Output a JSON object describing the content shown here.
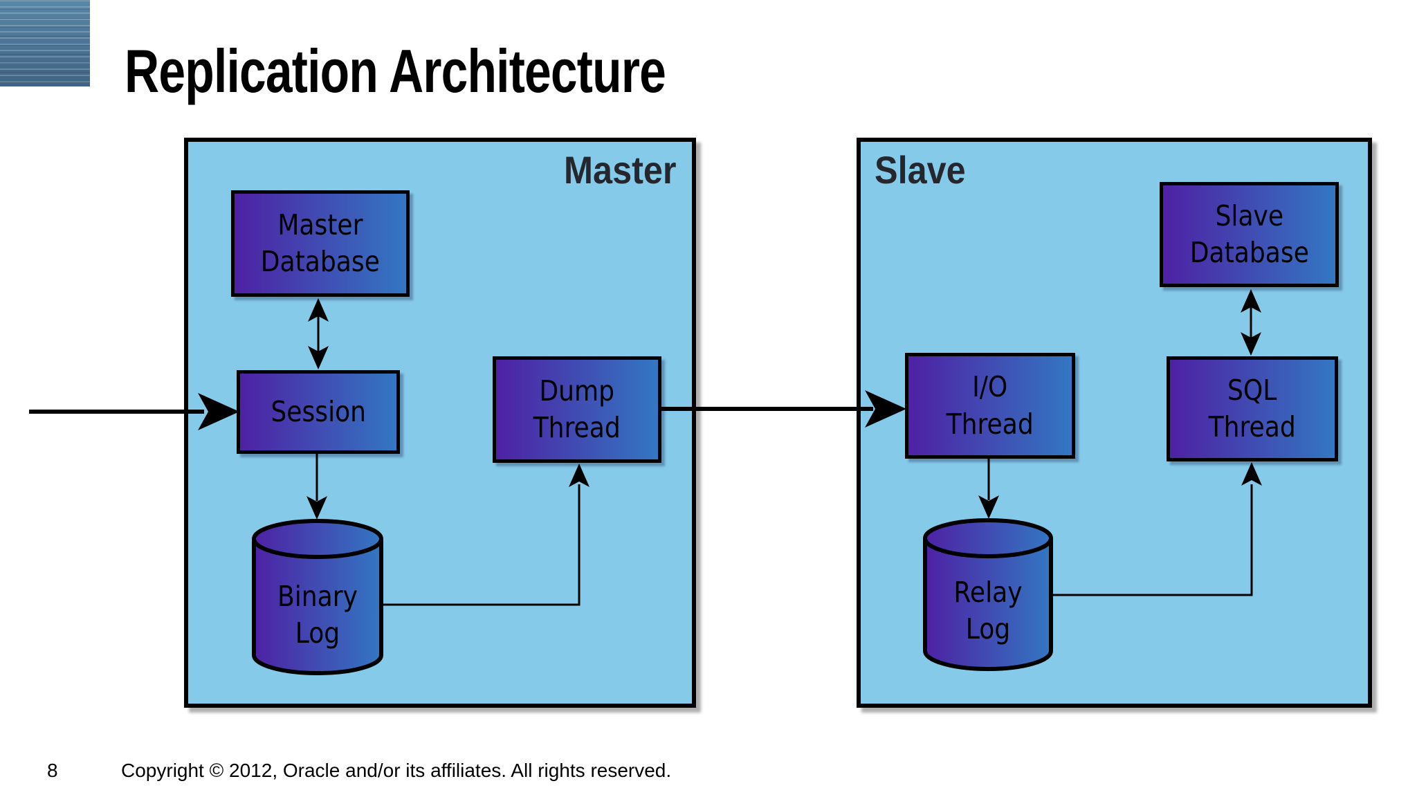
{
  "slide": {
    "title": "Replication Architecture",
    "page_number": "8",
    "copyright": "Copyright © 2012, Oracle and/or its affiliates. All rights reserved."
  },
  "diagram": {
    "master": {
      "label": "Master",
      "nodes": {
        "master_database": "Master\nDatabase",
        "session": "Session",
        "dump_thread": "Dump\nThread",
        "binary_log": "Binary\nLog"
      }
    },
    "slave": {
      "label": "Slave",
      "nodes": {
        "slave_database": "Slave\nDatabase",
        "io_thread": "I/O\nThread",
        "sql_thread": "SQL\nThread",
        "relay_log": "Relay\nLog"
      }
    },
    "flows": {
      "client_to_session": "client to Session",
      "master_db_session": "Master Database and Session (bidirectional)",
      "session_to_binary_log": "Session to Binary Log",
      "binary_log_to_dump_thread": "Binary Log to Dump Thread",
      "dump_to_io_thread": "Dump Thread to I/O Thread",
      "io_thread_to_relay_log": "I/O Thread to Relay Log",
      "relay_log_to_sql_thread": "Relay Log to SQL Thread",
      "slave_db_sql_thread": "Slave Database and SQL Thread (bidirectional)"
    },
    "colors": {
      "container_fill": "#85cbe9",
      "node_gradient_start": "#4e21a4",
      "node_gradient_end": "#3377c2",
      "corner_block": "#4a7394",
      "outline": "#000000",
      "label_text": "#26262e"
    }
  }
}
